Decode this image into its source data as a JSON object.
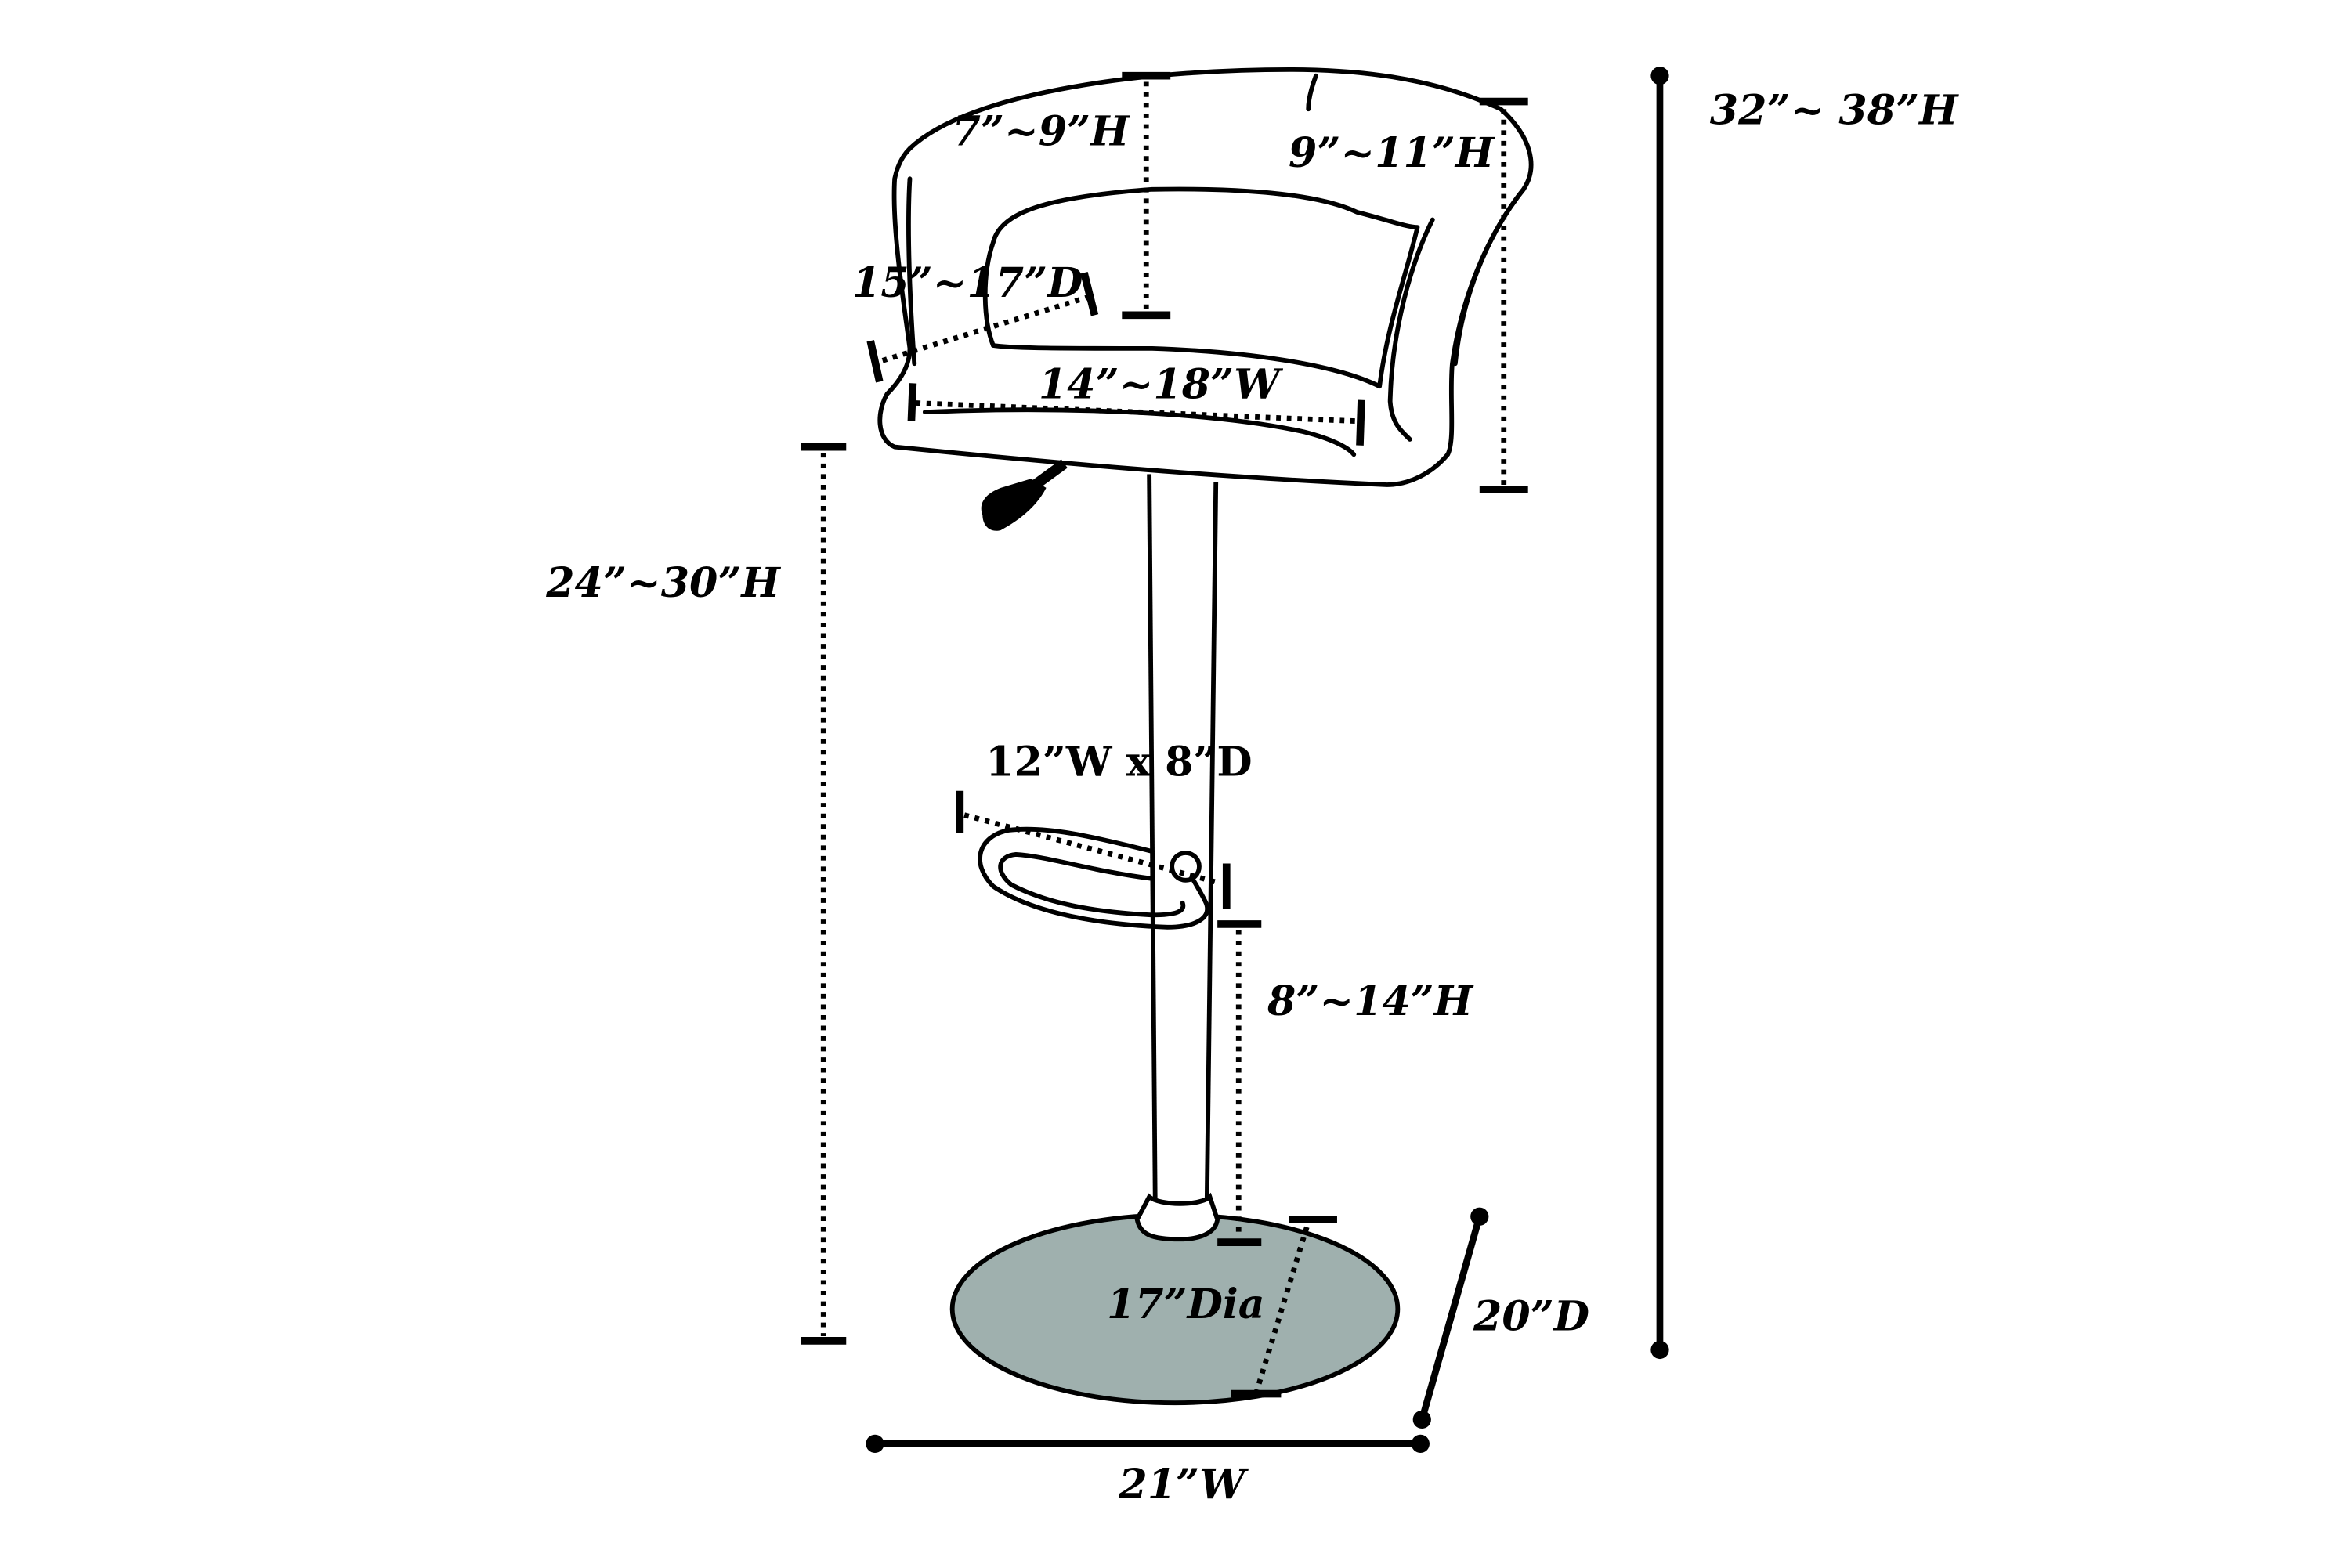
{
  "diagram": {
    "subject": "Adjustable bar stool dimensions",
    "colors": {
      "background": "#ffffff",
      "seat_fill": "#e4e4e4",
      "base_fill": "#9fb0ae",
      "line": "#000000"
    },
    "dimensions": {
      "overall_height": "32”~ 38”H",
      "backrest_inner_height": "7”~9”H",
      "backrest_outer_height": "9”~11”H",
      "seat_depth": "15”~17”D",
      "seat_width": "14”~18”W",
      "seat_height": "24”~30”H",
      "footrest_size": "12”W x 8”D",
      "footrest_height": "8”~14”H",
      "base_diameter": "17”Dia",
      "footprint_depth": "20”D",
      "footprint_width": "21”W"
    }
  }
}
